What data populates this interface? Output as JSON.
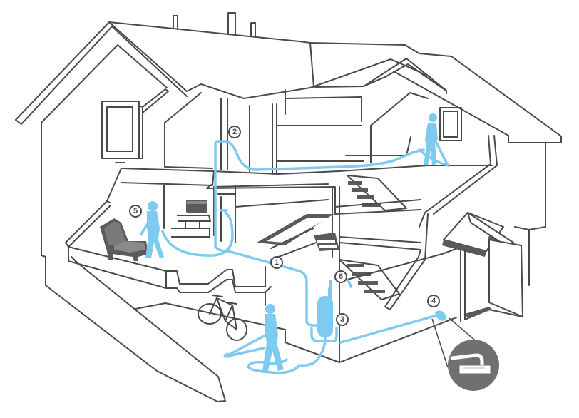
{
  "diagram": {
    "subject": "Central vacuum system installed in a cutaway house",
    "colors": {
      "line": "#4a4a4a",
      "hose": "#7ecbef",
      "furniture": "#5a5a5a",
      "background": "#ffffff"
    },
    "callouts": [
      {
        "id": "1",
        "label": "1",
        "location": "main floor tubing run"
      },
      {
        "id": "2",
        "label": "2",
        "location": "upper floor wall inlet"
      },
      {
        "id": "3",
        "label": "3",
        "location": "garage power unit"
      },
      {
        "id": "4",
        "label": "4",
        "location": "toe-kick / garage inlet"
      },
      {
        "id": "5",
        "label": "5",
        "location": "living room inlet"
      },
      {
        "id": "6",
        "label": "6",
        "location": "exhaust outlet"
      }
    ],
    "figures": [
      {
        "name": "upstairs-person-vacuuming"
      },
      {
        "name": "living-room-person-vacuuming"
      },
      {
        "name": "garage-person-vacuuming"
      }
    ],
    "objects": [
      "armchair",
      "tv-stand",
      "bicycle",
      "power-unit-canister",
      "staircase",
      "side-entry-door",
      "magnified-inlet-detail"
    ]
  }
}
